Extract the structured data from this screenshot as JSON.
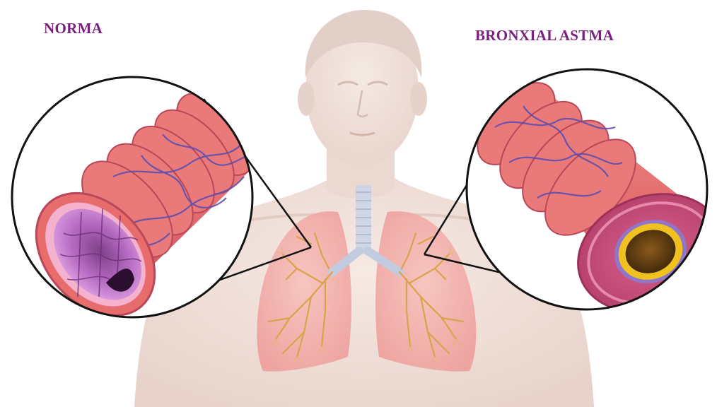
{
  "labels": {
    "left": "NORMA",
    "right": "BRONXIAL ASTMA"
  },
  "colors": {
    "label_text": "#7a1f7e",
    "skin": "#eedcd5",
    "skin_shadow": "#dcc2b8",
    "lung": "#f3a9a6",
    "bronchi": "#d9a34a",
    "airway_wall": "#e26a6a",
    "airway_dark": "#b9455a",
    "vessels": "#5c4fb0",
    "normal_lumen": "#c67ad0",
    "inflamed_wall": "#c84a78",
    "mucus_ring": "#f0c21f",
    "narrow_lumen": "#5a3a12",
    "magnifier_ring": "#111111"
  },
  "icons": {
    "normal_airway": "normal-airway-cross-section",
    "asthma_airway": "asthmatic-airway-cross-section"
  }
}
